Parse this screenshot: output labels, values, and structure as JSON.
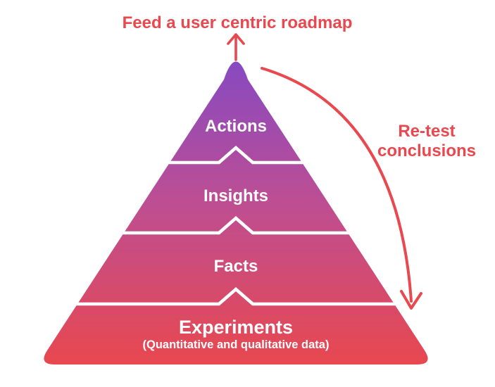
{
  "colors": {
    "accent_red": "#E9484F",
    "gradient_top": "#8049C7",
    "gradient_mid": "#BE4E92",
    "gradient_bottom": "#E8484F",
    "separator_white": "#FFFFFF",
    "label_white": "#FFFFFF"
  },
  "header": {
    "title": "Feed a user centric roadmap"
  },
  "annotations": {
    "retest_line1": "Re-test",
    "retest_line2": "conclusions"
  },
  "pyramid": {
    "layers": [
      {
        "label": "Actions"
      },
      {
        "label": "Insights"
      },
      {
        "label": "Facts"
      },
      {
        "label": "Experiments",
        "sublabel": "(Quantitative and qualitative data)"
      }
    ]
  }
}
